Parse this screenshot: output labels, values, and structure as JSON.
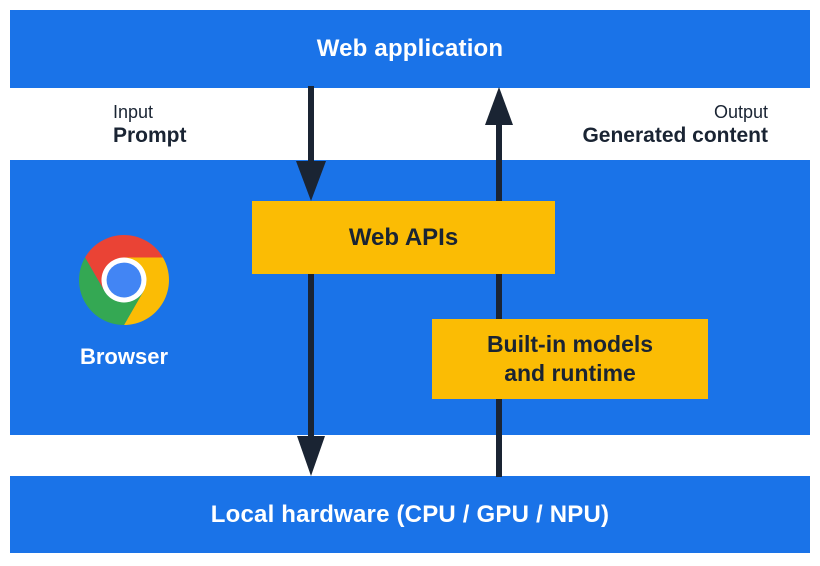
{
  "diagram": {
    "title_bar": {
      "label": "Web application"
    },
    "io": {
      "input_caption": "Input",
      "input_label": "Prompt",
      "output_caption": "Output",
      "output_label": "Generated content"
    },
    "browser": {
      "label": "Browser",
      "icon": "chrome-logo-icon"
    },
    "boxes": {
      "web_apis": {
        "label": "Web APIs"
      },
      "builtin": {
        "line1": "Built-in models",
        "line2": "and runtime"
      }
    },
    "hardware_bar": {
      "label": "Local hardware (CPU / GPU / NPU)"
    },
    "arrows": [
      {
        "name": "input-flow-arrow",
        "direction": "down",
        "from": "Web application",
        "to": "Local hardware"
      },
      {
        "name": "output-flow-arrow",
        "direction": "up",
        "from": "Local hardware",
        "to": "Web application"
      }
    ],
    "colors": {
      "band_blue": "#1A73E8",
      "box_yellow": "#FBBC04",
      "arrow_dark": "#1A2433",
      "text_light": "#FFFFFF",
      "chrome_red": "#EA4335",
      "chrome_yellow": "#FBBC05",
      "chrome_green": "#34A853",
      "chrome_blue": "#4285F4"
    }
  }
}
